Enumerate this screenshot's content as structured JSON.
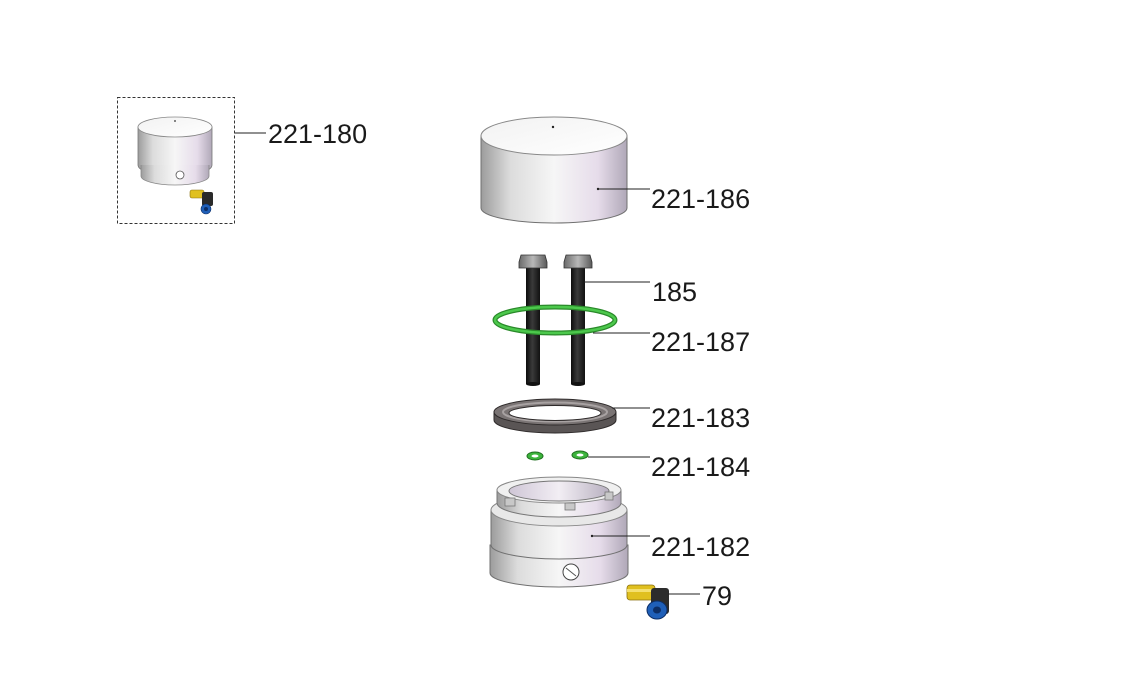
{
  "labels": {
    "assembly": "221-180",
    "cap": "221-186",
    "bolts": "185",
    "oring_large": "221-187",
    "seal": "221-183",
    "oring_small": "221-184",
    "body": "221-182",
    "fitting": "79"
  },
  "colors": {
    "oring_green": "#3cb43c",
    "fitting_yellow": "#e0c020",
    "fitting_blue": "#1f5fb8",
    "bolt_black": "#1e1e1e",
    "seal_gray": "#6a6565"
  }
}
